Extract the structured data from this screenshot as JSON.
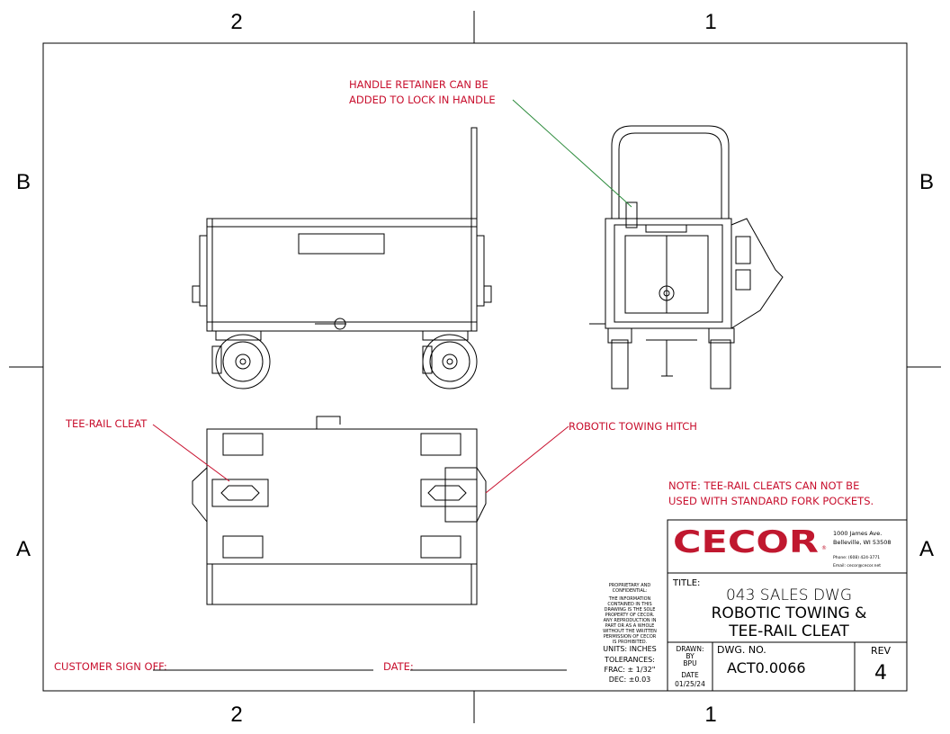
{
  "zones": {
    "top_left": "2",
    "top_right": "1",
    "bottom_left": "2",
    "bottom_right": "1",
    "left_top": "B",
    "left_bottom": "A",
    "right_top": "B",
    "right_bottom": "A"
  },
  "annotations": {
    "handle_retainer_1": "HANDLE RETAINER CAN BE",
    "handle_retainer_2": "ADDED TO LOCK IN HANDLE",
    "tee_rail_cleat": "TEE-RAIL CLEAT",
    "robotic_towing_hitch": "ROBOTIC TOWING HITCH",
    "note_1": "NOTE: TEE-RAIL CLEATS CAN NOT BE",
    "note_2": "USED WITH STANDARD FORK POCKETS."
  },
  "signoff": {
    "customer": "CUSTOMER SIGN OFF:",
    "date": "DATE:"
  },
  "proprietary": {
    "heading_1": "PROPRIETARY AND",
    "heading_2": "CONFIDENTIAL:",
    "body": [
      "THE INFORMATION",
      "CONTAINED IN THIS",
      "DRAWING IS THE SOLE",
      "PROPERTY OF CECOR.",
      "ANY REPRODUCTION IN",
      "PART OR AS A WHOLE",
      "WITHOUT THE WRITTEN",
      "PERMISSION OF CECOR",
      "IS PROHIBITED."
    ],
    "units": "UNITS: INCHES",
    "tolerances": "TOLERANCES:",
    "frac": "FRAC: ± 1/32\"",
    "dec": "DEC: ±0.03"
  },
  "title_block": {
    "logo": "CECOR",
    "brand_color": "#c0182f",
    "address_1": "1000 James Ave.",
    "address_2": "Belleville, WI 53508",
    "phone": "Phone: (608) 424-3771",
    "email": "Email: cecor@cecor.net",
    "title_label": "TITLE:",
    "title_1": "043 SALES DWG",
    "title_2": "ROBOTIC TOWING &",
    "title_3": "TEE-RAIL CLEAT",
    "drawn_label": "DRAWN:",
    "by_label": "BY",
    "drawn_by": "BPU",
    "date_label": "DATE",
    "date": "01/25/24",
    "dwg_no_label": "DWG. NO.",
    "dwg_no": "ACT0.0066",
    "rev_label": "REV",
    "rev": "4"
  }
}
